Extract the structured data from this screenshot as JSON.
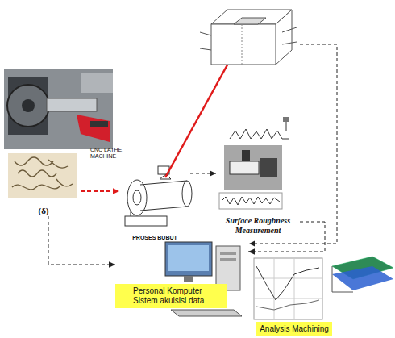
{
  "diagram": {
    "nodes": [
      {
        "text": [
          "(δ)"
        ]
      },
      {
        "text": [
          "PROSES BUBUT"
        ]
      },
      {
        "text": [
          "Surface Roughness Measurement"
        ]
      },
      {
        "text": [
          "Personal Komputer Sistem akuisisi data"
        ]
      },
      {
        "text": [
          "Analysis Machining"
        ]
      }
    ],
    "edges": [
      {
        "from": 0,
        "to": 1,
        "arrow": "to"
      },
      {
        "from": 1,
        "to": 2,
        "arrow": "to"
      },
      {
        "from": 2,
        "to": 3,
        "arrow": "to"
      },
      {
        "from": 0,
        "to": 3,
        "arrow": "to"
      }
    ],
    "labels": [
      "CNC LATHE MACHINE"
    ]
  }
}
